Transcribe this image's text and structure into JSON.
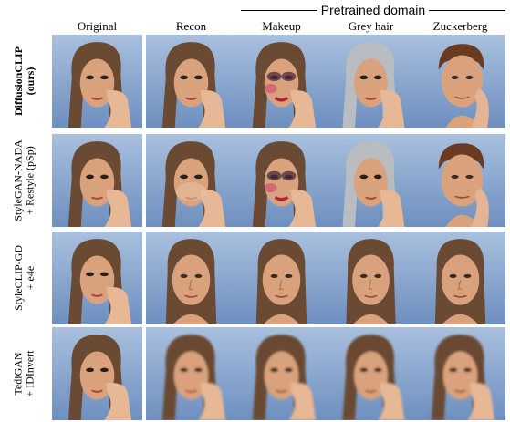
{
  "header": {
    "group_label": "Pretrained domain",
    "columns": [
      "Original",
      "Recon",
      "Makeup",
      "Grey hair",
      "Zuckerberg"
    ]
  },
  "rows": [
    {
      "label_line1": "DiffusionCLIP",
      "label_line2": "(ours)"
    },
    {
      "label_line1": "StyleGAN-NADA",
      "label_line2": "+ Restyle (pSp)"
    },
    {
      "label_line1": "StyleCLIP-GD",
      "label_line2": "+ e4e"
    },
    {
      "label_line1": "TediGAN",
      "label_line2": "+ IDInvert"
    }
  ],
  "colors": {
    "sky": "#6e8fbf",
    "sky_light": "#a9c0de",
    "skin": "#d9a27c",
    "hair_brown": "#6b4a33",
    "hair_grey": "#b9bcc0",
    "hair_short": "#6a3a22"
  }
}
